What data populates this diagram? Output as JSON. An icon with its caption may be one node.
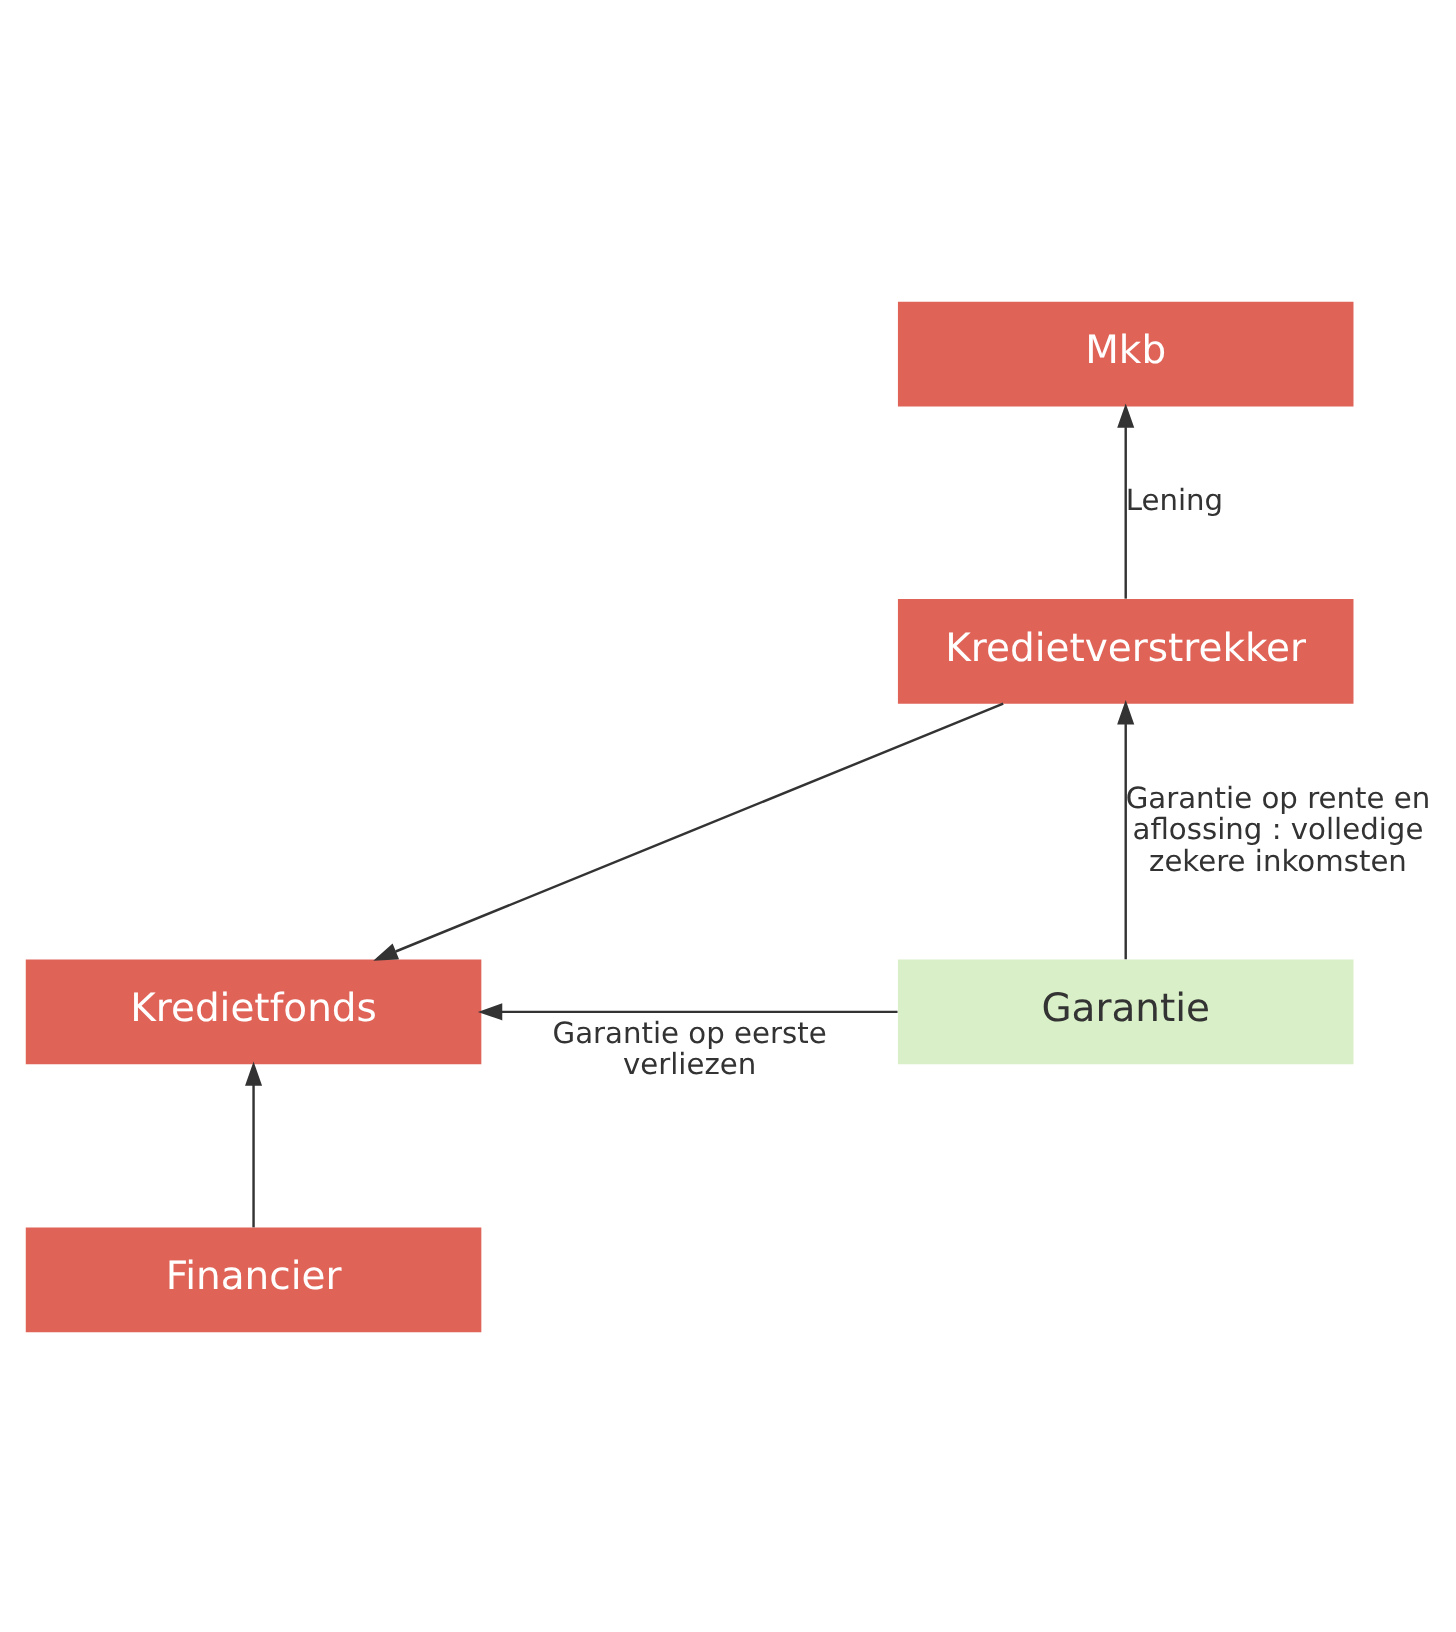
{
  "diagram": {
    "nodes": [
      {
        "text": [
          "Mkb"
        ]
      },
      {
        "text": [
          "Kredietverstrekker"
        ]
      },
      {
        "text": [
          "Kredietfonds"
        ]
      },
      {
        "text": [
          "Financier"
        ]
      },
      {
        "text": [
          "Garantie"
        ]
      }
    ],
    "edges": [
      {
        "from": 1,
        "to": 0,
        "arrow": "to",
        "label": "Lening"
      },
      {
        "from": 1,
        "to": 2,
        "arrow": "to"
      },
      {
        "from": 4,
        "to": 1,
        "arrow": "to",
        "label": "Garantie op rente en aflossing : volledige zekere inkomsten"
      },
      {
        "from": 4,
        "to": 2,
        "arrow": "to",
        "label": "Garantie op eerste verliezen"
      },
      {
        "from": 3,
        "to": 2,
        "arrow": "to"
      }
    ]
  }
}
